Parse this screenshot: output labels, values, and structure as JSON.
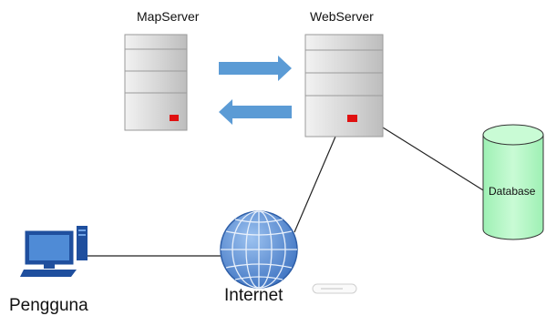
{
  "diagram": {
    "nodes": {
      "mapserver": {
        "label": "MapServer",
        "icon": "server-icon"
      },
      "webserver": {
        "label": "WebServer",
        "icon": "server-icon"
      },
      "database": {
        "label": "Database",
        "icon": "database-icon"
      },
      "internet": {
        "label": "Internet",
        "icon": "globe-icon"
      },
      "user": {
        "label": "Pengguna",
        "icon": "computer-icon"
      }
    },
    "edges": [
      {
        "from": "mapserver",
        "to": "webserver",
        "style": "arrow"
      },
      {
        "from": "webserver",
        "to": "mapserver",
        "style": "arrow"
      },
      {
        "from": "webserver",
        "to": "database",
        "style": "line"
      },
      {
        "from": "webserver",
        "to": "internet",
        "style": "line"
      },
      {
        "from": "internet",
        "to": "user",
        "style": "line"
      }
    ]
  },
  "colors": {
    "server_body": "#d3d3d3",
    "server_led": "#e01010",
    "arrow": "#5b9bd5",
    "database": "#b9f7c8",
    "globe": "#5b8fd6",
    "monitor_screen": "#4f8bd6",
    "line": "#222222"
  }
}
